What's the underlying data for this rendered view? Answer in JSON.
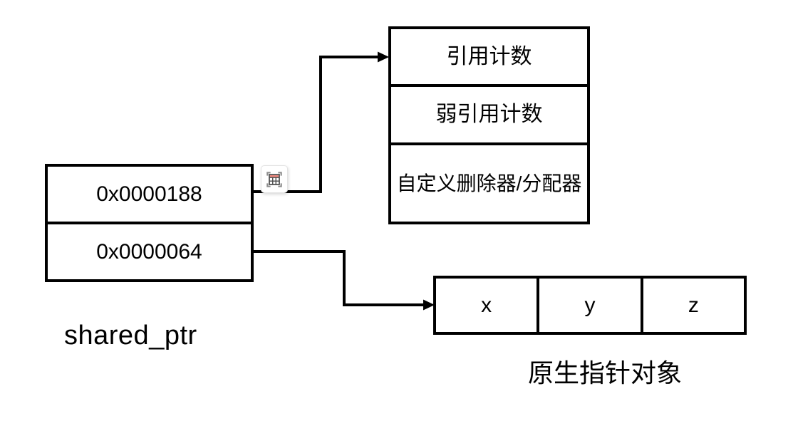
{
  "canvas": {
    "background": "#ffffff",
    "line_color": "#000000"
  },
  "shared_ptr": {
    "label": "shared_ptr",
    "cells": [
      {
        "value": "0x0000188"
      },
      {
        "value": "0x0000064"
      }
    ]
  },
  "control_block": {
    "cells": [
      {
        "label": "引用计数"
      },
      {
        "label": "弱引用计数"
      },
      {
        "label": "自定义删除器/分配器"
      }
    ]
  },
  "raw_object": {
    "label": "原生指针对象",
    "cells": [
      {
        "label": "x"
      },
      {
        "label": "y"
      },
      {
        "label": "z"
      }
    ]
  },
  "overlay_icon": {
    "name": "table-extract",
    "accent_color": "#f0897f",
    "bracket_color": "#8f8f8f",
    "grid_color": "#4d4d4d"
  }
}
